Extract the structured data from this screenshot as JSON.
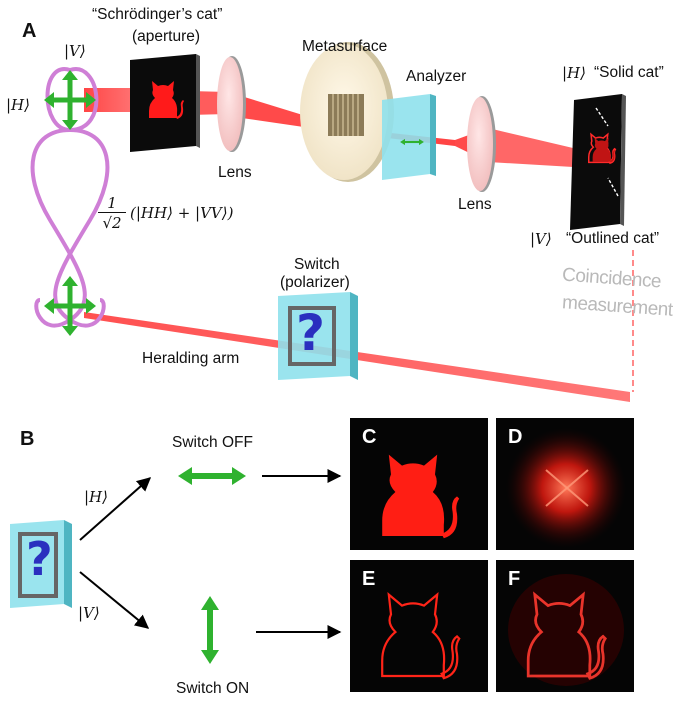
{
  "panel_a": {
    "letter": "A",
    "cat_title": "“Schrödinger’s cat”",
    "cat_subtitle": "(aperture)",
    "metasurface": "Metasurface",
    "analyzer": "Analyzer",
    "lens_left": "Lens",
    "lens_right": "Lens",
    "state_v_top": "|V⟩",
    "state_h_left": "|H⟩",
    "bell_fraction_num": "1",
    "bell_fraction_den": "√2",
    "bell_state": "(|HH⟩ + |VV⟩)",
    "h_solid_state": "|H⟩",
    "h_solid_label": "“Solid cat”",
    "v_outlined_state": "|V⟩",
    "v_outlined_label": "“Outlined cat”",
    "coincidence_line1": "Coincidence",
    "coincidence_line2": "measurement",
    "switch_title": "Switch",
    "switch_subtitle": "(polarizer)",
    "switch_symbol": "?",
    "heralding_arm": "Heralding arm"
  },
  "panel_b": {
    "letter": "B",
    "switch_symbol": "?",
    "state_h": "|H⟩",
    "state_v": "|V⟩",
    "switch_off": "Switch OFF",
    "switch_on": "Switch ON"
  },
  "images": {
    "c": "C",
    "d": "D",
    "e": "E",
    "f": "F"
  },
  "colors": {
    "beam": "#ff4a4a",
    "green_arrow": "#2fb22f",
    "pink_loop": "#cf7fd6",
    "cyan_glass": "#8fe1ec"
  }
}
